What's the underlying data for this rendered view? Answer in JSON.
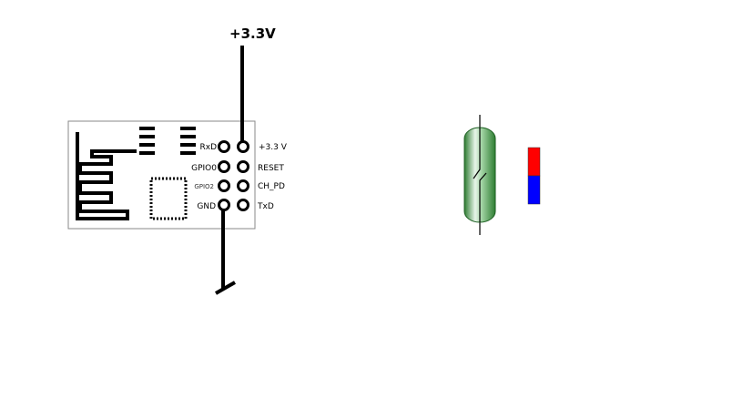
{
  "supply": {
    "label": "+3.3V"
  },
  "module": {
    "left_pins": [
      "RxD",
      "GPIO0",
      "GPIO2",
      "GND"
    ],
    "right_pins": [
      "+3.3 V",
      "RESET",
      "CH_PD",
      "TxD"
    ]
  },
  "colors": {
    "wire": "#000000",
    "reed_glass": "#4caf50",
    "magnet_north": "#ff0000",
    "magnet_south": "#0000ff"
  }
}
